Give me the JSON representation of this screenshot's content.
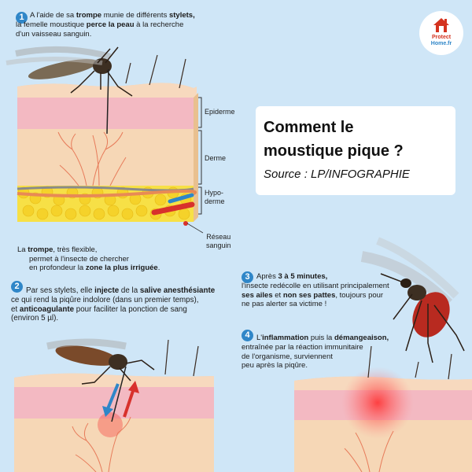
{
  "title_card": {
    "title_line1": "Comment le",
    "title_line2": "moustique pique ?",
    "source": "Source : LP/INFOGRAPHIE"
  },
  "logo": {
    "line1": "Protect",
    "line2": "Home.fr"
  },
  "step1": {
    "number": "1",
    "line1_a": "A l'aide de sa ",
    "line1_b": "trompe",
    "line1_c": " munie de différents ",
    "line1_d": "stylets,",
    "line2_a": "la femelle moustique ",
    "line2_b": "perce la peau",
    "line2_c": " à la recherche",
    "line3": "d'un vaisseau sanguin."
  },
  "layers": {
    "epiderme": "Epiderme",
    "derme": "Derme",
    "hypo1": "Hypo-",
    "hypo2": "derme",
    "reseau1": "Réseau",
    "reseau2": "sanguin"
  },
  "trompe_caption": {
    "line1_a": "La ",
    "line1_b": "trompe",
    "line1_c": ", très flexible,",
    "line2": "permet à l'insecte de chercher",
    "line3_a": "en profondeur la ",
    "line3_b": "zone la plus irriguée",
    "line3_c": "."
  },
  "step2": {
    "number": "2",
    "line1_a": "Par ses stylets, elle ",
    "line1_b": "injecte",
    "line1_c": " de la ",
    "line1_d": "salive anesthésiante",
    "line2": "ce qui rend la piqûre indolore (dans un premier temps),",
    "line3_a": "et ",
    "line3_b": "anticoagulante",
    "line3_c": " pour faciliter la ponction de sang",
    "line4": "(environ 5 µl)."
  },
  "step3": {
    "number": "3",
    "line1_a": "Après ",
    "line1_b": "3 à 5 minutes,",
    "line2": "l'insecte redécolle en utilisant principalement",
    "line3_a": "ses ailes",
    "line3_b": " et ",
    "line3_c": "non ses pattes",
    "line3_d": ", toujours pour",
    "line4": "ne pas alerter sa victime !"
  },
  "step4": {
    "number": "4",
    "line1_a": "L'",
    "line1_b": "inflammation",
    "line1_c": " puis la ",
    "line1_d": "démangeaison,",
    "line2": "entraînée par la réaction immunitaire",
    "line3": "de l'organisme, surviennent",
    "line4": "peu après la piqûre."
  },
  "colors": {
    "background": "#cfe6f7",
    "accent_blue": "#2f86c8",
    "epidermis": "#f3b9c2",
    "dermis": "#f6d7b6",
    "fat": "#f7e046",
    "blood": "#d8312c",
    "logo_red": "#d4331f"
  },
  "icons": {
    "logo": "house-icon",
    "arrow_down": "blue-arrow-icon",
    "arrow_up": "red-arrow-icon"
  }
}
